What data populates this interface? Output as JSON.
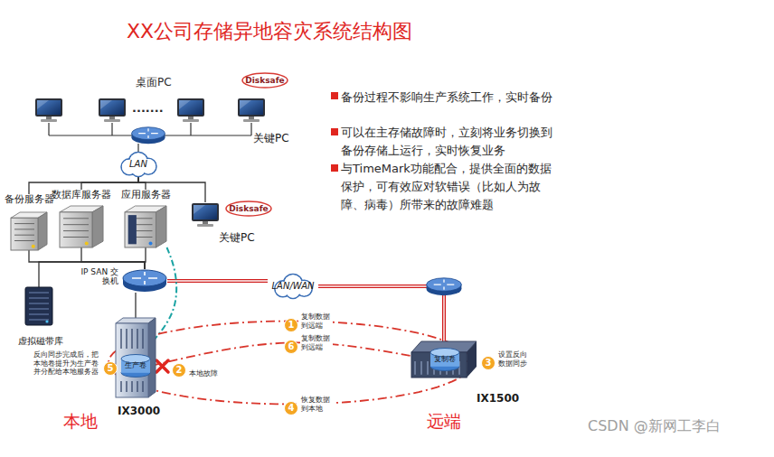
{
  "diagram": {
    "title": "XX公司存储异地容灾系统结构图",
    "nodes": [
      {
        "text": [
          "Disksafe"
        ]
      },
      {
        "text": [
          "关键PC"
        ]
      },
      {
        "text": [
          "LAN"
        ]
      },
      {
        "text": [
          "备份服务器"
        ]
      },
      {
        "text": [
          "数据库服务器"
        ]
      },
      {
        "text": [
          "应用服务器"
        ]
      },
      {
        "text": [
          "关键PC"
        ]
      },
      {
        "text": [
          "Disksafe"
        ]
      },
      {
        "text": [
          "IP SAN 交换机"
        ]
      },
      {
        "text": [
          "虚拟磁带库"
        ]
      },
      {
        "text": [
          "LAN/WAN"
        ]
      },
      {
        "text": [
          "IX3000"
        ]
      },
      {
        "text": [
          "生产卷"
        ],
        "in": 11
      },
      {
        "text": [
          "IX1500"
        ]
      },
      {
        "text": [
          "复制卷"
        ],
        "in": 13
      }
    ],
    "edges": [
      {
        "from": 2,
        "to": 3,
        "arrow": "none"
      },
      {
        "from": 2,
        "to": 4,
        "arrow": "none"
      },
      {
        "from": 2,
        "to": 5,
        "arrow": "none"
      },
      {
        "from": 2,
        "to": 6,
        "arrow": "none"
      },
      {
        "from": 3,
        "to": 8,
        "arrow": "none"
      },
      {
        "from": 4,
        "to": 8,
        "arrow": "none"
      },
      {
        "from": 5,
        "to": 8,
        "arrow": "none"
      },
      {
        "from": 9,
        "to": 8,
        "arrow": "none"
      },
      {
        "from": 8,
        "to": 11,
        "arrow": "none"
      },
      {
        "from": 8,
        "to": 10,
        "arrow": "none"
      },
      {
        "from": 10,
        "to": 13,
        "arrow": "none"
      },
      {
        "from": 5,
        "to": 12,
        "arrow": "none"
      },
      {
        "from": 12,
        "to": 14,
        "arrow": "none"
      },
      {
        "from": 14,
        "to": 12,
        "arrow": "none"
      },
      {
        "from": 12,
        "to": 14,
        "arrow": "none"
      }
    ],
    "labels": [
      "桌面PC",
      "·······",
      "1",
      "复制数据到远端",
      "6",
      "复制数据到远端",
      "2",
      "本地故障",
      "3",
      "设置反向数据同步",
      "4",
      "恢复数据到本地",
      "5",
      "反向同步完成后，把本地卷提升为生产卷并分配给本地服务器",
      "本地",
      "远端",
      "备份过程不影响生产系统工作，实时备份",
      "可以在主存储故障时，立刻将业务切换到备份存储上运行，实时恢复业务",
      "与TimeMark功能配合，提供全面的数据保护，可有效应对软错误（比如人为故障、病毒）所带来的故障难题",
      "CSDN @新网工李白"
    ]
  }
}
